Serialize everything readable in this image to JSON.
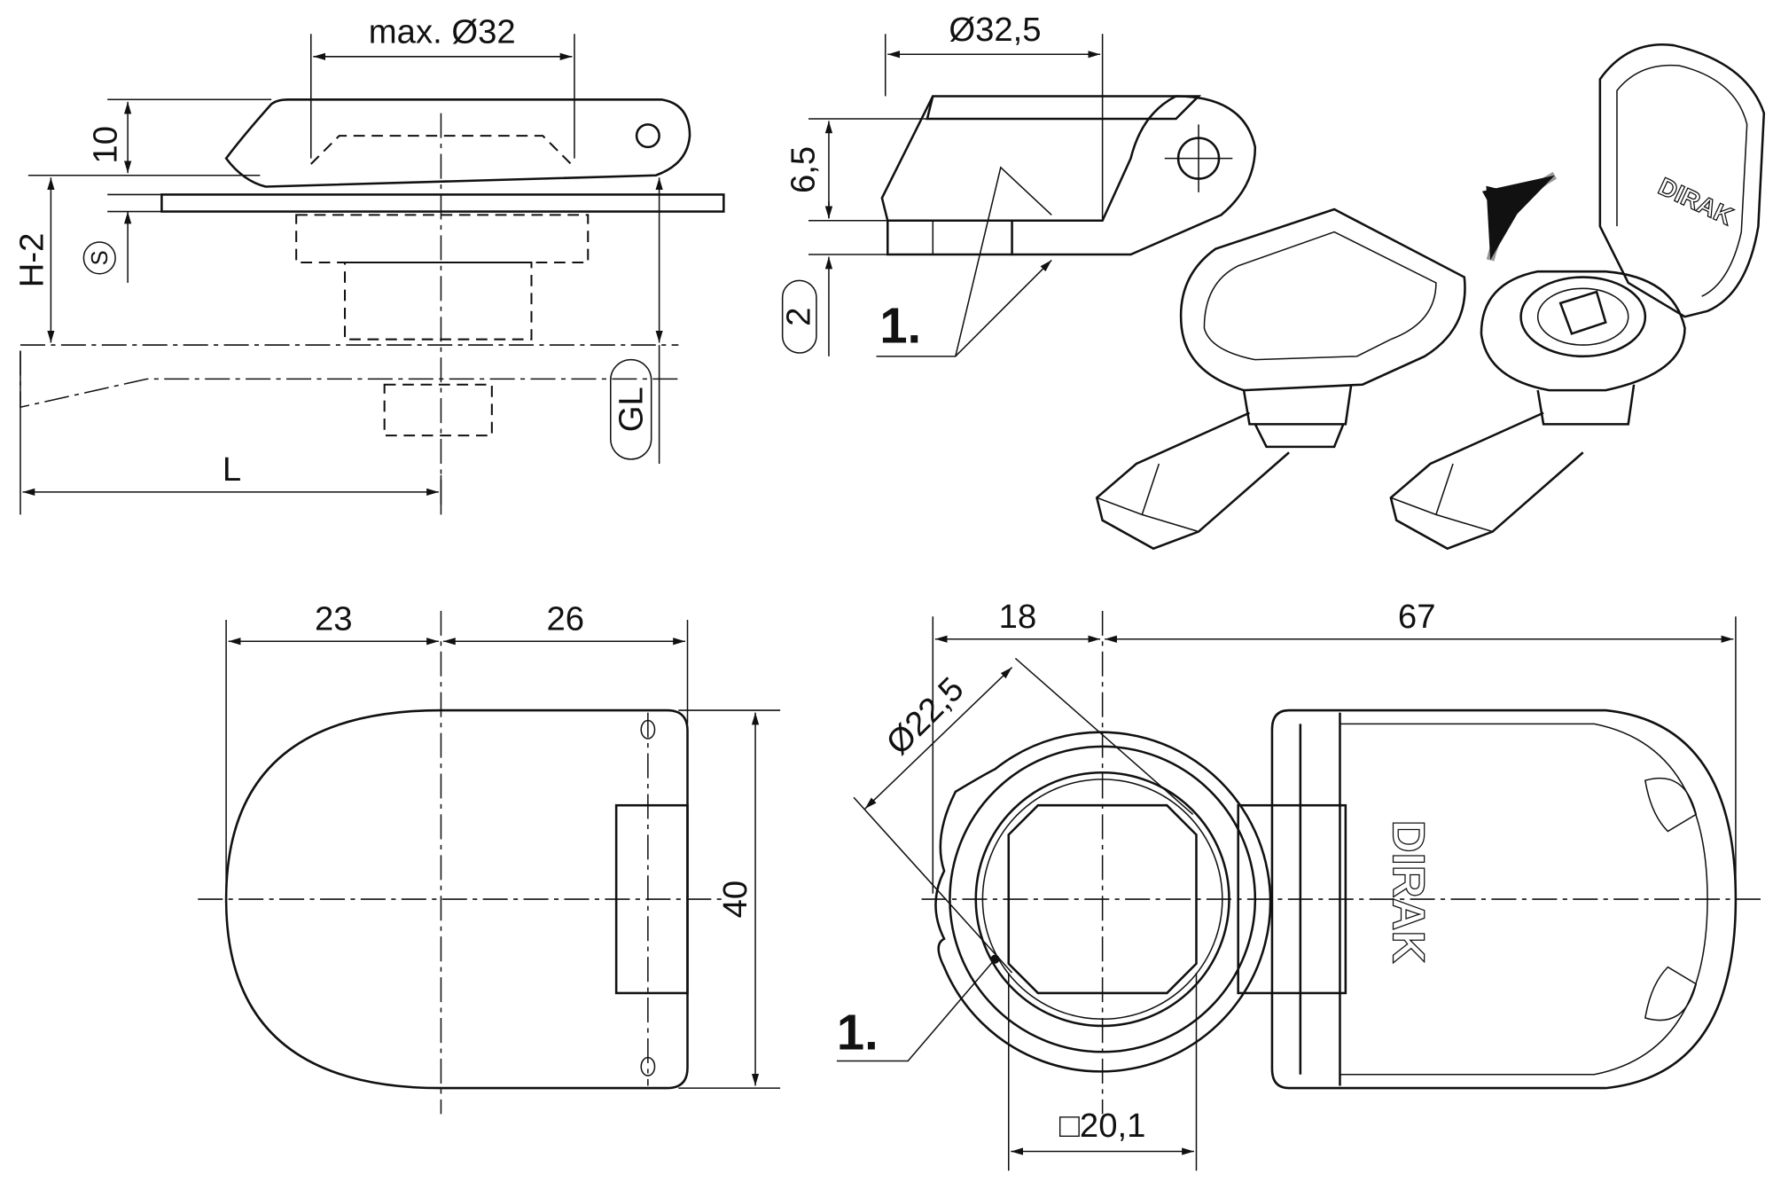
{
  "top_left_view": {
    "dim_max_diameter": "max. Ø32",
    "dim_height_10": "10",
    "dim_h_minus_2": "H-2",
    "dim_s_symbol": "S",
    "dim_length": "L",
    "dim_gl": "GL"
  },
  "section_view": {
    "dim_diameter": "Ø32,5",
    "dim_6_5": "6,5",
    "dim_2": "2",
    "callout": "1."
  },
  "isometric_view": {
    "brand_logo": "DIRAK"
  },
  "bottom_left_view": {
    "dim_23": "23",
    "dim_26": "26",
    "dim_40": "40"
  },
  "bottom_right_view": {
    "dim_18": "18",
    "dim_67": "67",
    "dim_diameter": "Ø22,5",
    "dim_square": "□20,1",
    "callout": "1.",
    "brand_logo": "DIRAK"
  }
}
